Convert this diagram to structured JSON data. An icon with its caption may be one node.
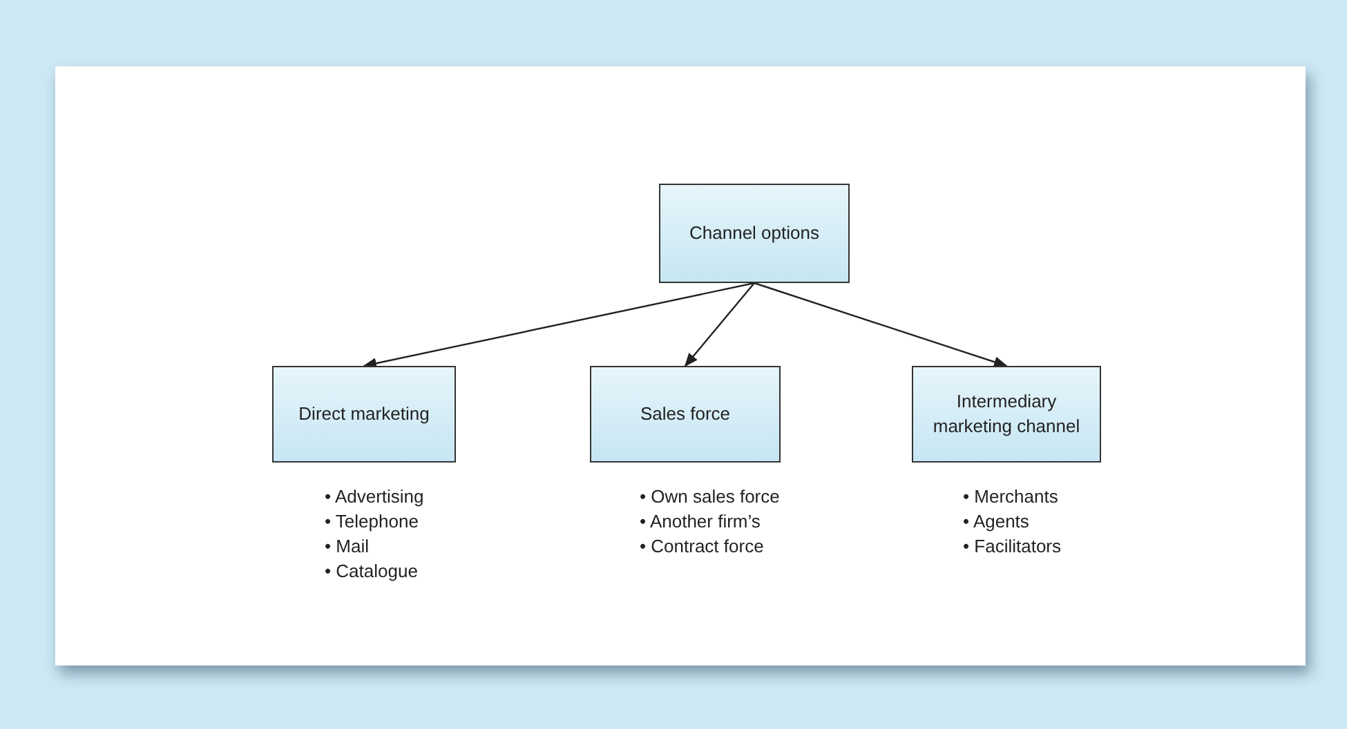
{
  "diagram": {
    "nodes": [
      {
        "text": [
          "Channel options"
        ]
      },
      {
        "text": [
          "Direct marketing"
        ],
        "beside": [
          "• Advertising",
          "• Telephone",
          "• Mail",
          "• Catalogue"
        ]
      },
      {
        "text": [
          "Sales force"
        ],
        "beside": [
          "• Own sales force",
          "• Another firm’s",
          "• Contract force"
        ]
      },
      {
        "text": [
          "Intermediary marketing channel"
        ],
        "beside": [
          "• Merchants",
          "• Agents",
          "• Facilitators"
        ]
      }
    ],
    "edges": [
      {
        "from": 0,
        "to": 1,
        "arrow": "to"
      },
      {
        "from": 0,
        "to": 2,
        "arrow": "to"
      },
      {
        "from": 0,
        "to": 3,
        "arrow": "to"
      }
    ]
  }
}
